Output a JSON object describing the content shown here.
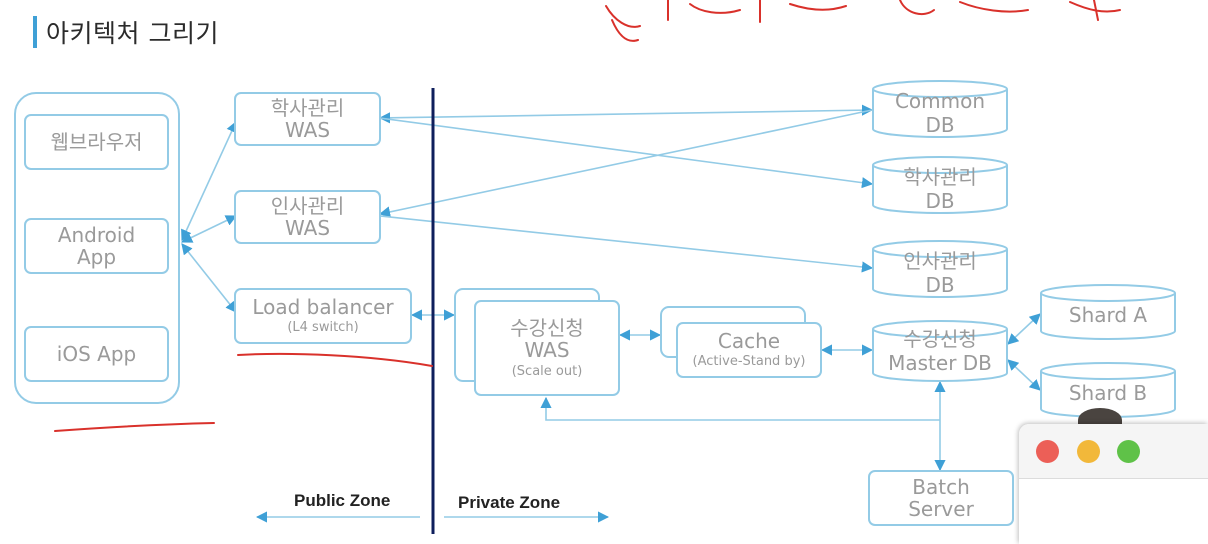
{
  "page": {
    "title": "아키텍처 그리기"
  },
  "clients": {
    "web": "웹브라우저",
    "android_line1": "Android",
    "android_line2": "App",
    "ios": "iOS App"
  },
  "was": {
    "academic_line1": "학사관리",
    "academic_line2": "WAS",
    "hr_line1": "인사관리",
    "hr_line2": "WAS",
    "lb_line1": "Load balancer",
    "lb_line2": "(L4 switch)",
    "course_line1": "수강신청",
    "course_line2": "WAS",
    "course_sub": "(Scale out)"
  },
  "cache": {
    "line1": "Cache",
    "line2": "(Active-Stand by)"
  },
  "db": {
    "common_line1": "Common",
    "common_line2": "DB",
    "academic_line1": "학사관리",
    "academic_line2": "DB",
    "hr_line1": "인사관리",
    "hr_line2": "DB",
    "master_line1": "수강신청",
    "master_line2": "Master DB",
    "shard_a": "Shard A",
    "shard_b": "Shard B"
  },
  "batch": {
    "line1": "Batch",
    "line2": "Server"
  },
  "zones": {
    "public": "Public Zone",
    "private": "Private Zone"
  },
  "colors": {
    "accent": "#3fa0d6",
    "box_border": "#93cbe6",
    "arrow": "#5aaed8",
    "divider": "#0f1f5c",
    "handwriting": "#d9312b"
  }
}
